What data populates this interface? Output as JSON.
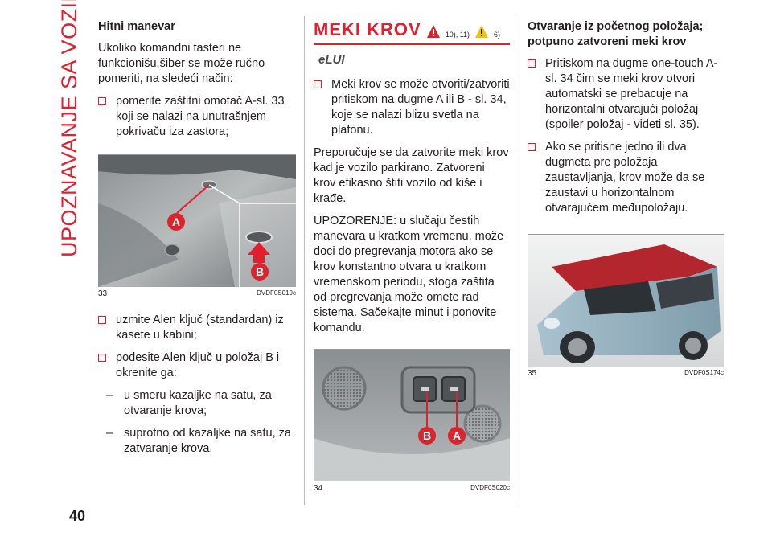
{
  "section_tab": "UPOZNAVANJE SA VOZILOM",
  "page_number": "40",
  "col1": {
    "heading": "Hitni manevar",
    "intro": "Ukoliko komandni tasteri ne funkcionišu,šiber se može ručno pomeriti, na sledeći način:",
    "bullet1": "pomerite zaštitni omotač A-sl. 33 koji se nalazi na unutrašnjem pokrivaču iza zastora;",
    "figure": {
      "number": "33",
      "code": "DVDF0S019c",
      "label_a": "A",
      "label_b": "B"
    },
    "bullet2": "uzmite Alen ključ (standardan) iz kasete u kabini;",
    "bullet3": "podesite Alen ključ u položaj B i okrenite ga:",
    "dash1": "u smeru kazaljke na satu, za otvaranje krova;",
    "dash2": "suprotno od kazaljke na satu, za zatvaranje krova."
  },
  "col2": {
    "title": "MEKI KROV",
    "ref1": "10), 11)",
    "ref2": "6)",
    "symbol_text": "eLUI",
    "bullet1": "Meki krov se može otvoriti/zatvoriti pritiskom na dugme A ili B - sl. 34, koje se nalazi blizu svetla na plafonu.",
    "para1": "Preporučuje se da zatvorite meki krov kad je vozilo parkirano. Zatvoreni krov efikasno štiti vozilo od kiše i krađe.",
    "para2": "UPOZORENJE: u slučaju čestih manevara u kratkom vremenu, može doci do pregrevanja motora ako se krov konstantno otvara u kratkom vremenskom periodu, stoga zaštita od pregrevanja može omete rad sistema. Sačekajte minut i ponovite komandu.",
    "figure": {
      "number": "34",
      "code": "DVDF0S020c",
      "label_a": "A",
      "label_b": "B"
    }
  },
  "col3": {
    "heading": "Otvaranje iz početnog položaja; potpuno zatvoreni meki krov",
    "bullet1": "Pritiskom na dugme one-touch A-sl. 34 čim se meki krov otvori automatski se prebacuje na horizontalni otvarajući položaj (spoiler položaj - videti sl. 35).",
    "bullet2": "Ako se pritisne jedno ili dva dugmeta pre položaja zaustavljanja, krov može da se zaustavi u horizontalnom otvarajućem međupoložaju.",
    "figure": {
      "number": "35",
      "code": "DVDF0S174c"
    }
  },
  "colors": {
    "accent": "#e0202f",
    "warning": "#f2c200"
  }
}
